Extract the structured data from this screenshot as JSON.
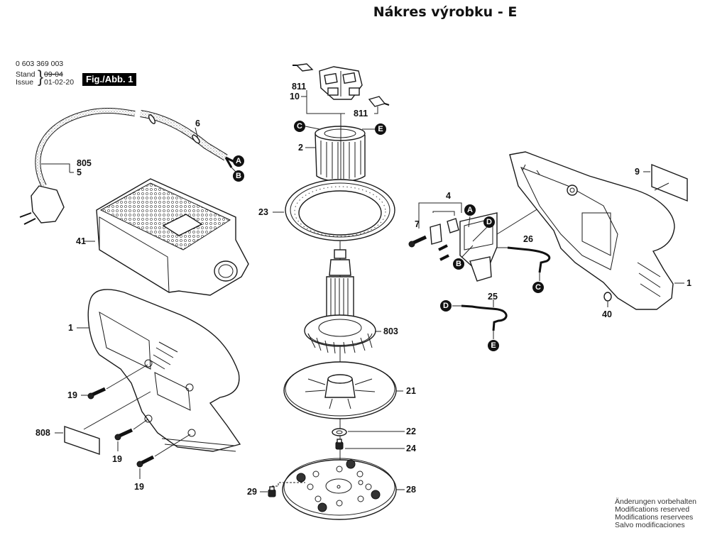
{
  "title": "Nákres výrobku - E",
  "header": {
    "part_number": "0 603 369 003",
    "stand_label": "Stand",
    "issue_label": "Issue",
    "stand_value_struck": "09-04",
    "issue_value": "01-02-20",
    "figure_badge": "Fig./Abb. 1"
  },
  "notes": [
    "Änderungen vorbehalten",
    "Modifications reserved",
    "Modifications reservees",
    "Salvo modificaciones"
  ],
  "labels": {
    "l805": "805",
    "l5": "5",
    "l6": "6",
    "l41": "41",
    "l1a": "1",
    "l19a": "19",
    "l19b": "19",
    "l19c": "19",
    "l808": "808",
    "l811a": "811",
    "l811b": "811",
    "l10": "10",
    "l2": "2",
    "l23": "23",
    "l803": "803",
    "l21": "21",
    "l22": "22",
    "l24": "24",
    "l28": "28",
    "l29": "29",
    "l4": "4",
    "l7": "7",
    "l26": "26",
    "l25": "25",
    "l9": "9",
    "l1b": "1",
    "l40": "40"
  },
  "connectors": {
    "cordA": "A",
    "cordB": "B",
    "statorC": "C",
    "statorE": "E",
    "switchA": "A",
    "switchD": "D",
    "switchB": "B",
    "wire26C": "C",
    "wire25D": "D",
    "wire25E": "E"
  }
}
